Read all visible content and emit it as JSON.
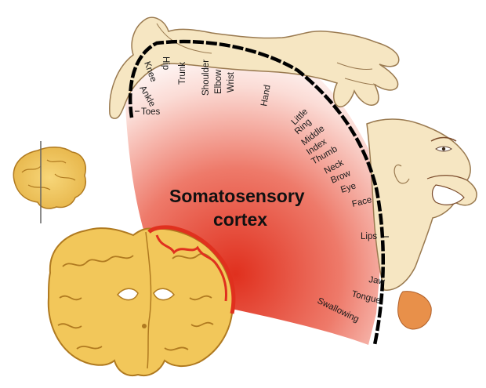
{
  "title": {
    "line1": "Somatosensory",
    "line2": "cortex"
  },
  "labels": {
    "toes": "Toes",
    "ankle": "Ankle",
    "knee": "Knee",
    "hip": "Hip",
    "trunk": "Trunk",
    "shoulder": "Shoulder",
    "elbow": "Elbow",
    "wrist": "Wrist",
    "hand": "Hand",
    "little": "Little",
    "ring": "Ring",
    "middle": "Middle",
    "index": "Index",
    "thumb": "Thumb",
    "neck": "Neck",
    "brow": "Brow",
    "eye": "Eye",
    "face": "Face",
    "lips": "Lips",
    "jaw": "Jaw",
    "tongue": "Tongue",
    "swallowing": "Swallowing"
  },
  "colors": {
    "cortex_red": "#e0301e",
    "skin": "#f6e6c2",
    "skin_outline": "#9a7a50",
    "brain_yellow": "#f2c75a",
    "brain_outline": "#b07a20",
    "tongue": "#e8904a",
    "arc": "#000000"
  }
}
